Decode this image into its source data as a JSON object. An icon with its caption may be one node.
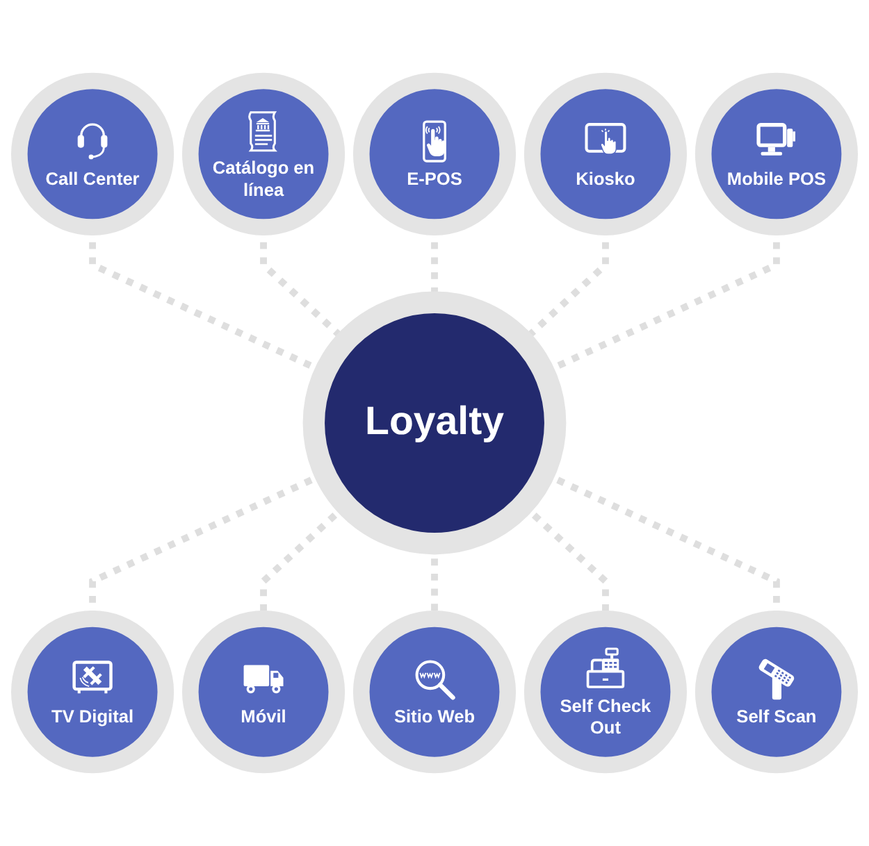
{
  "diagram": {
    "nodes": [
      {
        "text": [
          "Loyalty"
        ]
      },
      {
        "text": [
          "E-POS"
        ]
      },
      {
        "text": [
          "Kiosko"
        ]
      },
      {
        "text": [
          "Mobile POS"
        ]
      },
      {
        "text": [
          "Self Scan"
        ]
      },
      {
        "text": [
          "Self Check Out"
        ]
      },
      {
        "text": [
          "Sitio Web"
        ]
      },
      {
        "text": [
          "Móvil"
        ]
      },
      {
        "text": [
          "TV Digital"
        ]
      },
      {
        "text": [
          "Call Center"
        ]
      },
      {
        "text": [
          "Catálogo en línea"
        ]
      }
    ],
    "edges": [
      {
        "from": 9,
        "to": 0,
        "arrow": "none",
        "style": "dashed"
      },
      {
        "from": 10,
        "to": 0,
        "arrow": "none",
        "style": "dashed"
      },
      {
        "from": 1,
        "to": 0,
        "arrow": "none",
        "style": "dashed"
      },
      {
        "from": 2,
        "to": 0,
        "arrow": "none",
        "style": "dashed"
      },
      {
        "from": 3,
        "to": 0,
        "arrow": "none",
        "style": "dashed"
      },
      {
        "from": 0,
        "to": 8,
        "arrow": "none",
        "style": "dashed"
      },
      {
        "from": 0,
        "to": 7,
        "arrow": "none",
        "style": "dashed"
      },
      {
        "from": 0,
        "to": 6,
        "arrow": "none",
        "style": "dashed"
      },
      {
        "from": 0,
        "to": 5,
        "arrow": "none",
        "style": "dashed"
      },
      {
        "from": 0,
        "to": 4,
        "arrow": "none",
        "style": "dashed"
      }
    ]
  }
}
